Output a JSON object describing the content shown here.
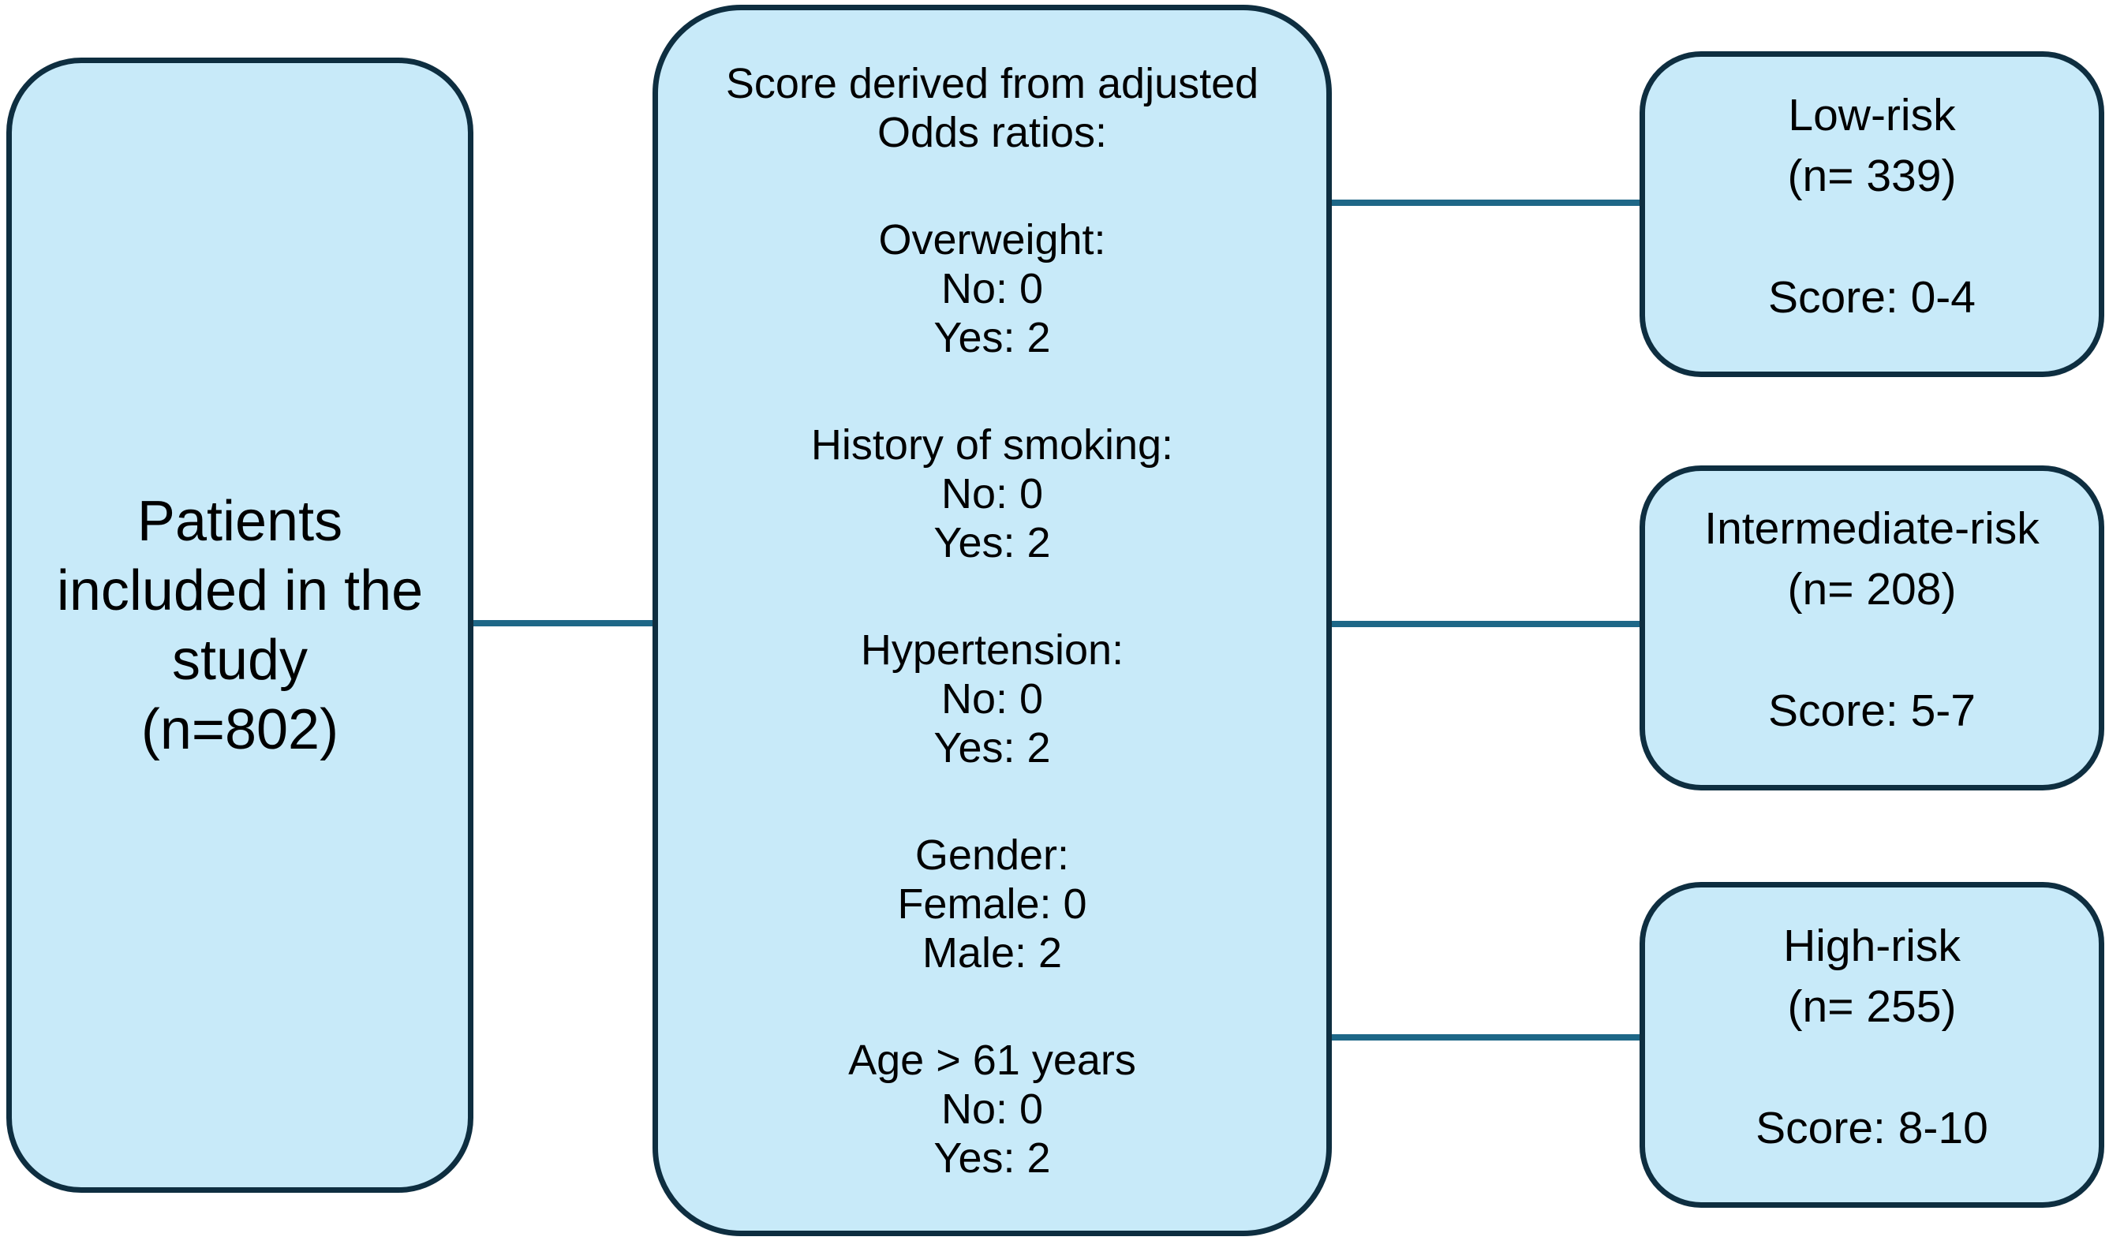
{
  "diagram": {
    "colors": {
      "box_fill": "#C8EAF9",
      "box_border": "#0E2E40",
      "connector": "#1E6787",
      "text": "#000000"
    },
    "patients_box": {
      "lines": [
        "Patients",
        "included in the",
        "study",
        "(n=802)"
      ]
    },
    "score_box": {
      "title_lines": [
        "Score derived from adjusted",
        "Odds ratios:"
      ],
      "groups": [
        {
          "label": "Overweight:",
          "items": [
            "No: 0",
            "Yes: 2"
          ]
        },
        {
          "label": "History of smoking:",
          "items": [
            "No: 0",
            "Yes: 2"
          ]
        },
        {
          "label": "Hypertension:",
          "items": [
            "No: 0",
            "Yes: 2"
          ]
        },
        {
          "label": "Gender:",
          "items": [
            "Female: 0",
            "Male: 2"
          ]
        },
        {
          "label": "Age > 61 years",
          "items": [
            "No: 0",
            "Yes: 2"
          ]
        }
      ]
    },
    "risk_boxes": [
      {
        "title": "Low-risk",
        "n": "(n= 339)",
        "score": "Score: 0-4"
      },
      {
        "title": "Intermediate-risk",
        "n": "(n= 208)",
        "score": "Score: 5-7"
      },
      {
        "title": "High-risk",
        "n": "(n= 255)",
        "score": "Score: 8-10"
      }
    ]
  }
}
